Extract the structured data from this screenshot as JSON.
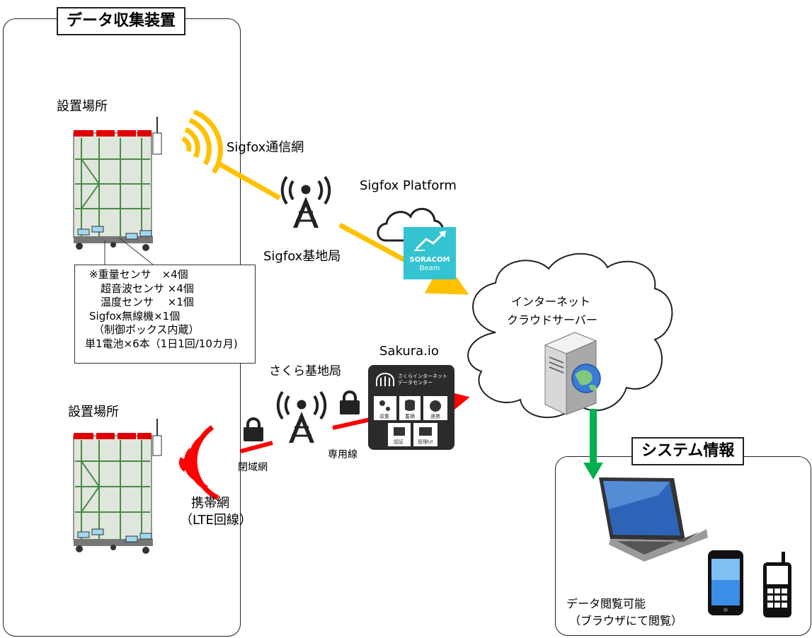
{
  "collection_panel": {
    "title": "データ収集装置"
  },
  "system_panel": {
    "title": "システム情報"
  },
  "site_top": {
    "label": "設置場所"
  },
  "site_bottom": {
    "label": "設置場所"
  },
  "sensor_note": {
    "lines": [
      "※重量センサ　×4個",
      "超音波センサ ×4個",
      "温度センサ　 ×1個",
      "Sigfox無線機×1個",
      "（制御ボックス内蔵）",
      "単1電池×6本（1日1回/10カ月)"
    ]
  },
  "sigfox": {
    "network_label": "Sigfox通信網",
    "platform_label": "Sigfox Platform",
    "base_station_label": "Sigfox基地局",
    "beam_text": [
      "SORACOM",
      "Beam"
    ]
  },
  "sakura": {
    "title": "Sakura.io",
    "base_station_label": "さくら基地局",
    "closed_network_label": "閉域網",
    "dedicated_line_label": "専用線",
    "datacenter_lines": [
      "さくらインターネット",
      "データセンター"
    ],
    "icon_labels": [
      "収集",
      "蓄積",
      "連携",
      "認証",
      "管理UI"
    ]
  },
  "mobile": {
    "lines": [
      "携帯網",
      "（LTE回線）"
    ]
  },
  "cloud": {
    "lines": [
      "インターネット",
      "クラウドサーバー"
    ]
  },
  "viewing": {
    "lines": [
      "データ閲覧可能",
      "（ブラウザにて閲覧）"
    ]
  },
  "colors": {
    "sigfox": "#FFC000",
    "lte": "#FF0000",
    "download": "#00B050",
    "beam": "#33C3D1",
    "sakura_box": "#2b2b2b"
  }
}
